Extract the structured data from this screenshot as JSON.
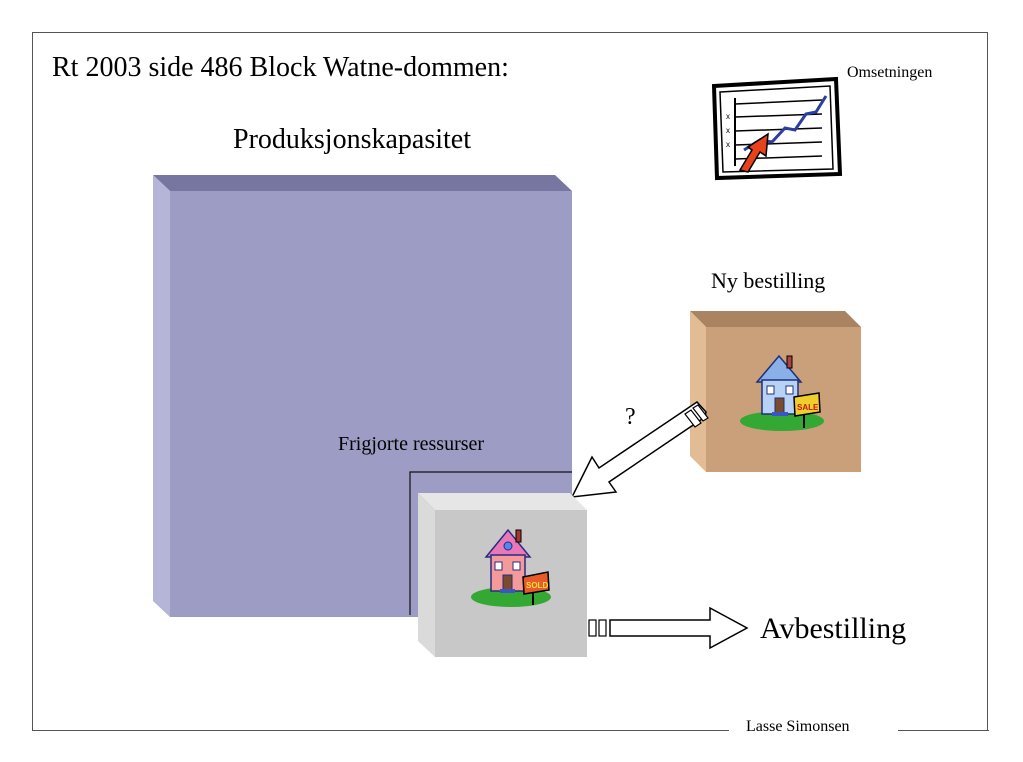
{
  "slide": {
    "title": "Rt 2003 side 486 Block Watne-dommen:",
    "footer": "Lasse Simonsen"
  },
  "diagram": {
    "capacity_label": "Produksjonskapasitet",
    "revenue_label": "Omsetningen",
    "new_order_label": "Ny bestilling",
    "freed_resources_label": "Frigjorte ressurser",
    "question_mark": "?",
    "cancellation_label": "Avbestilling"
  },
  "colors": {
    "capacity_front": "#9c9cc4",
    "capacity_top": "#7676a0",
    "capacity_side": "#b5b5d8",
    "order_front": "#c9a07a",
    "order_top": "#a98362",
    "order_side": "#e2bc94",
    "freed_front": "#c8c8c8",
    "freed_top": "#e6e6e6",
    "freed_side": "#dadada"
  },
  "icons": {
    "revenue": "rising-chart-icon",
    "new_order_house": "house-for-sale-icon",
    "cancelled_house": "house-sold-icon"
  }
}
